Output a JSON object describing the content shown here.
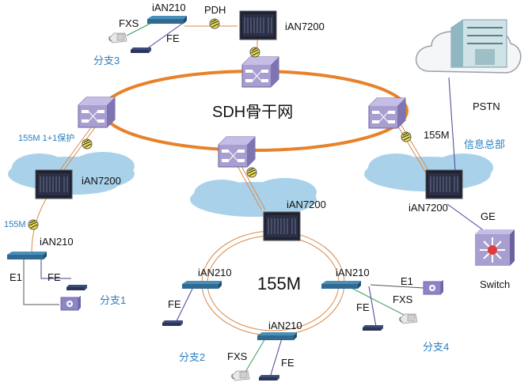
{
  "diagram": {
    "backbone_label": "SDH骨干网",
    "ring_label": "155M",
    "devices": {
      "ian210": "iAN210",
      "ian7200": "iAN7200",
      "switch": "Switch"
    },
    "links": {
      "pdh": "PDH",
      "fxs": "FXS",
      "fe": "FE",
      "e1": "E1",
      "ge": "GE",
      "pstn": "PSTN",
      "m155": "155M",
      "m155_protect": "155M 1+1保护"
    },
    "sites": {
      "branch1": "分支1",
      "branch2": "分支2",
      "branch3": "分支3",
      "branch4": "分支4",
      "hq": "信息总部"
    },
    "colors": {
      "sdh_ring": "#e8822a",
      "fiber": "#d98a4a",
      "cloud": "#a9d2ea",
      "adm": "#9d92c8",
      "voice_line": "#3a9a5a",
      "data_line": "#4a3f8f",
      "label_blue": "#2a7fbf"
    }
  }
}
